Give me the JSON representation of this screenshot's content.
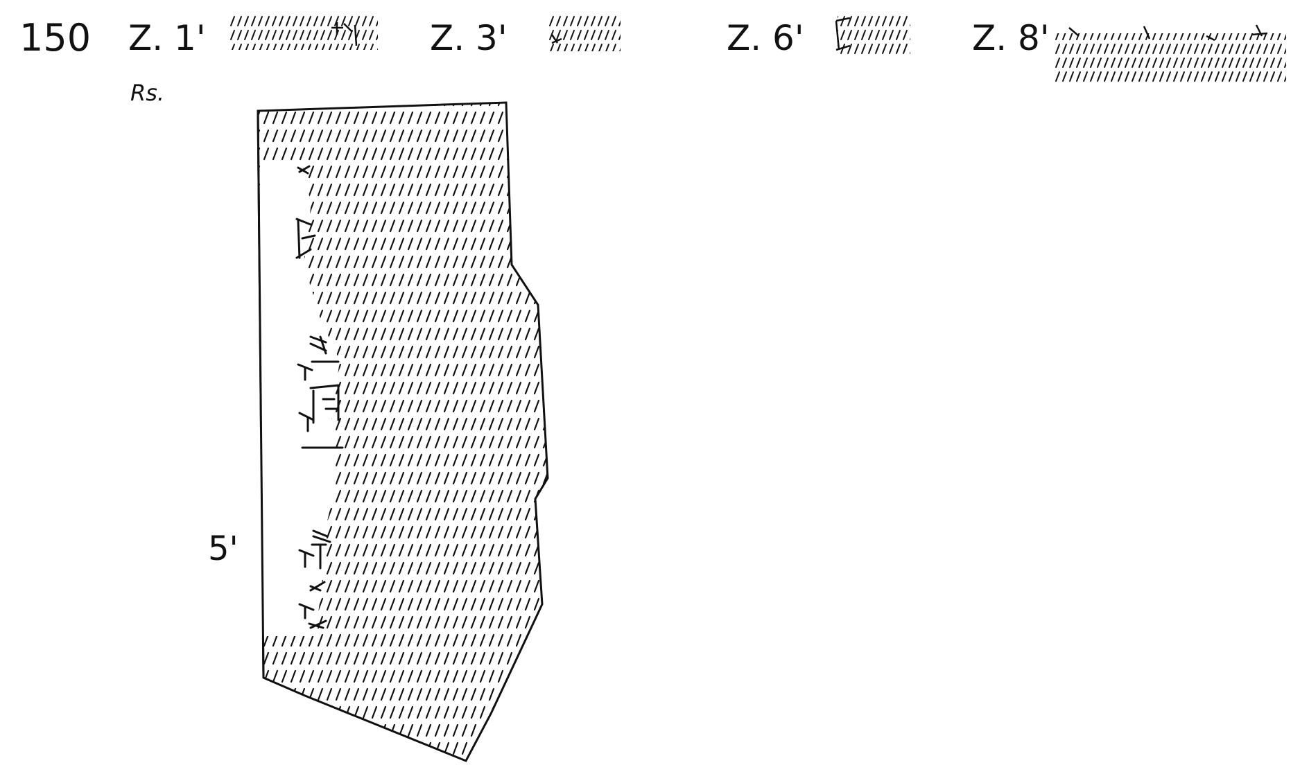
{
  "labels": {
    "number": "150",
    "side": "Rs.",
    "line_marker": "5'",
    "z1": "Z. 1'",
    "z3": "Z. 3'",
    "z6": "Z. 6'",
    "z8": "Z. 8'"
  },
  "colors": {
    "ink": "#111111",
    "paper": "#ffffff"
  }
}
